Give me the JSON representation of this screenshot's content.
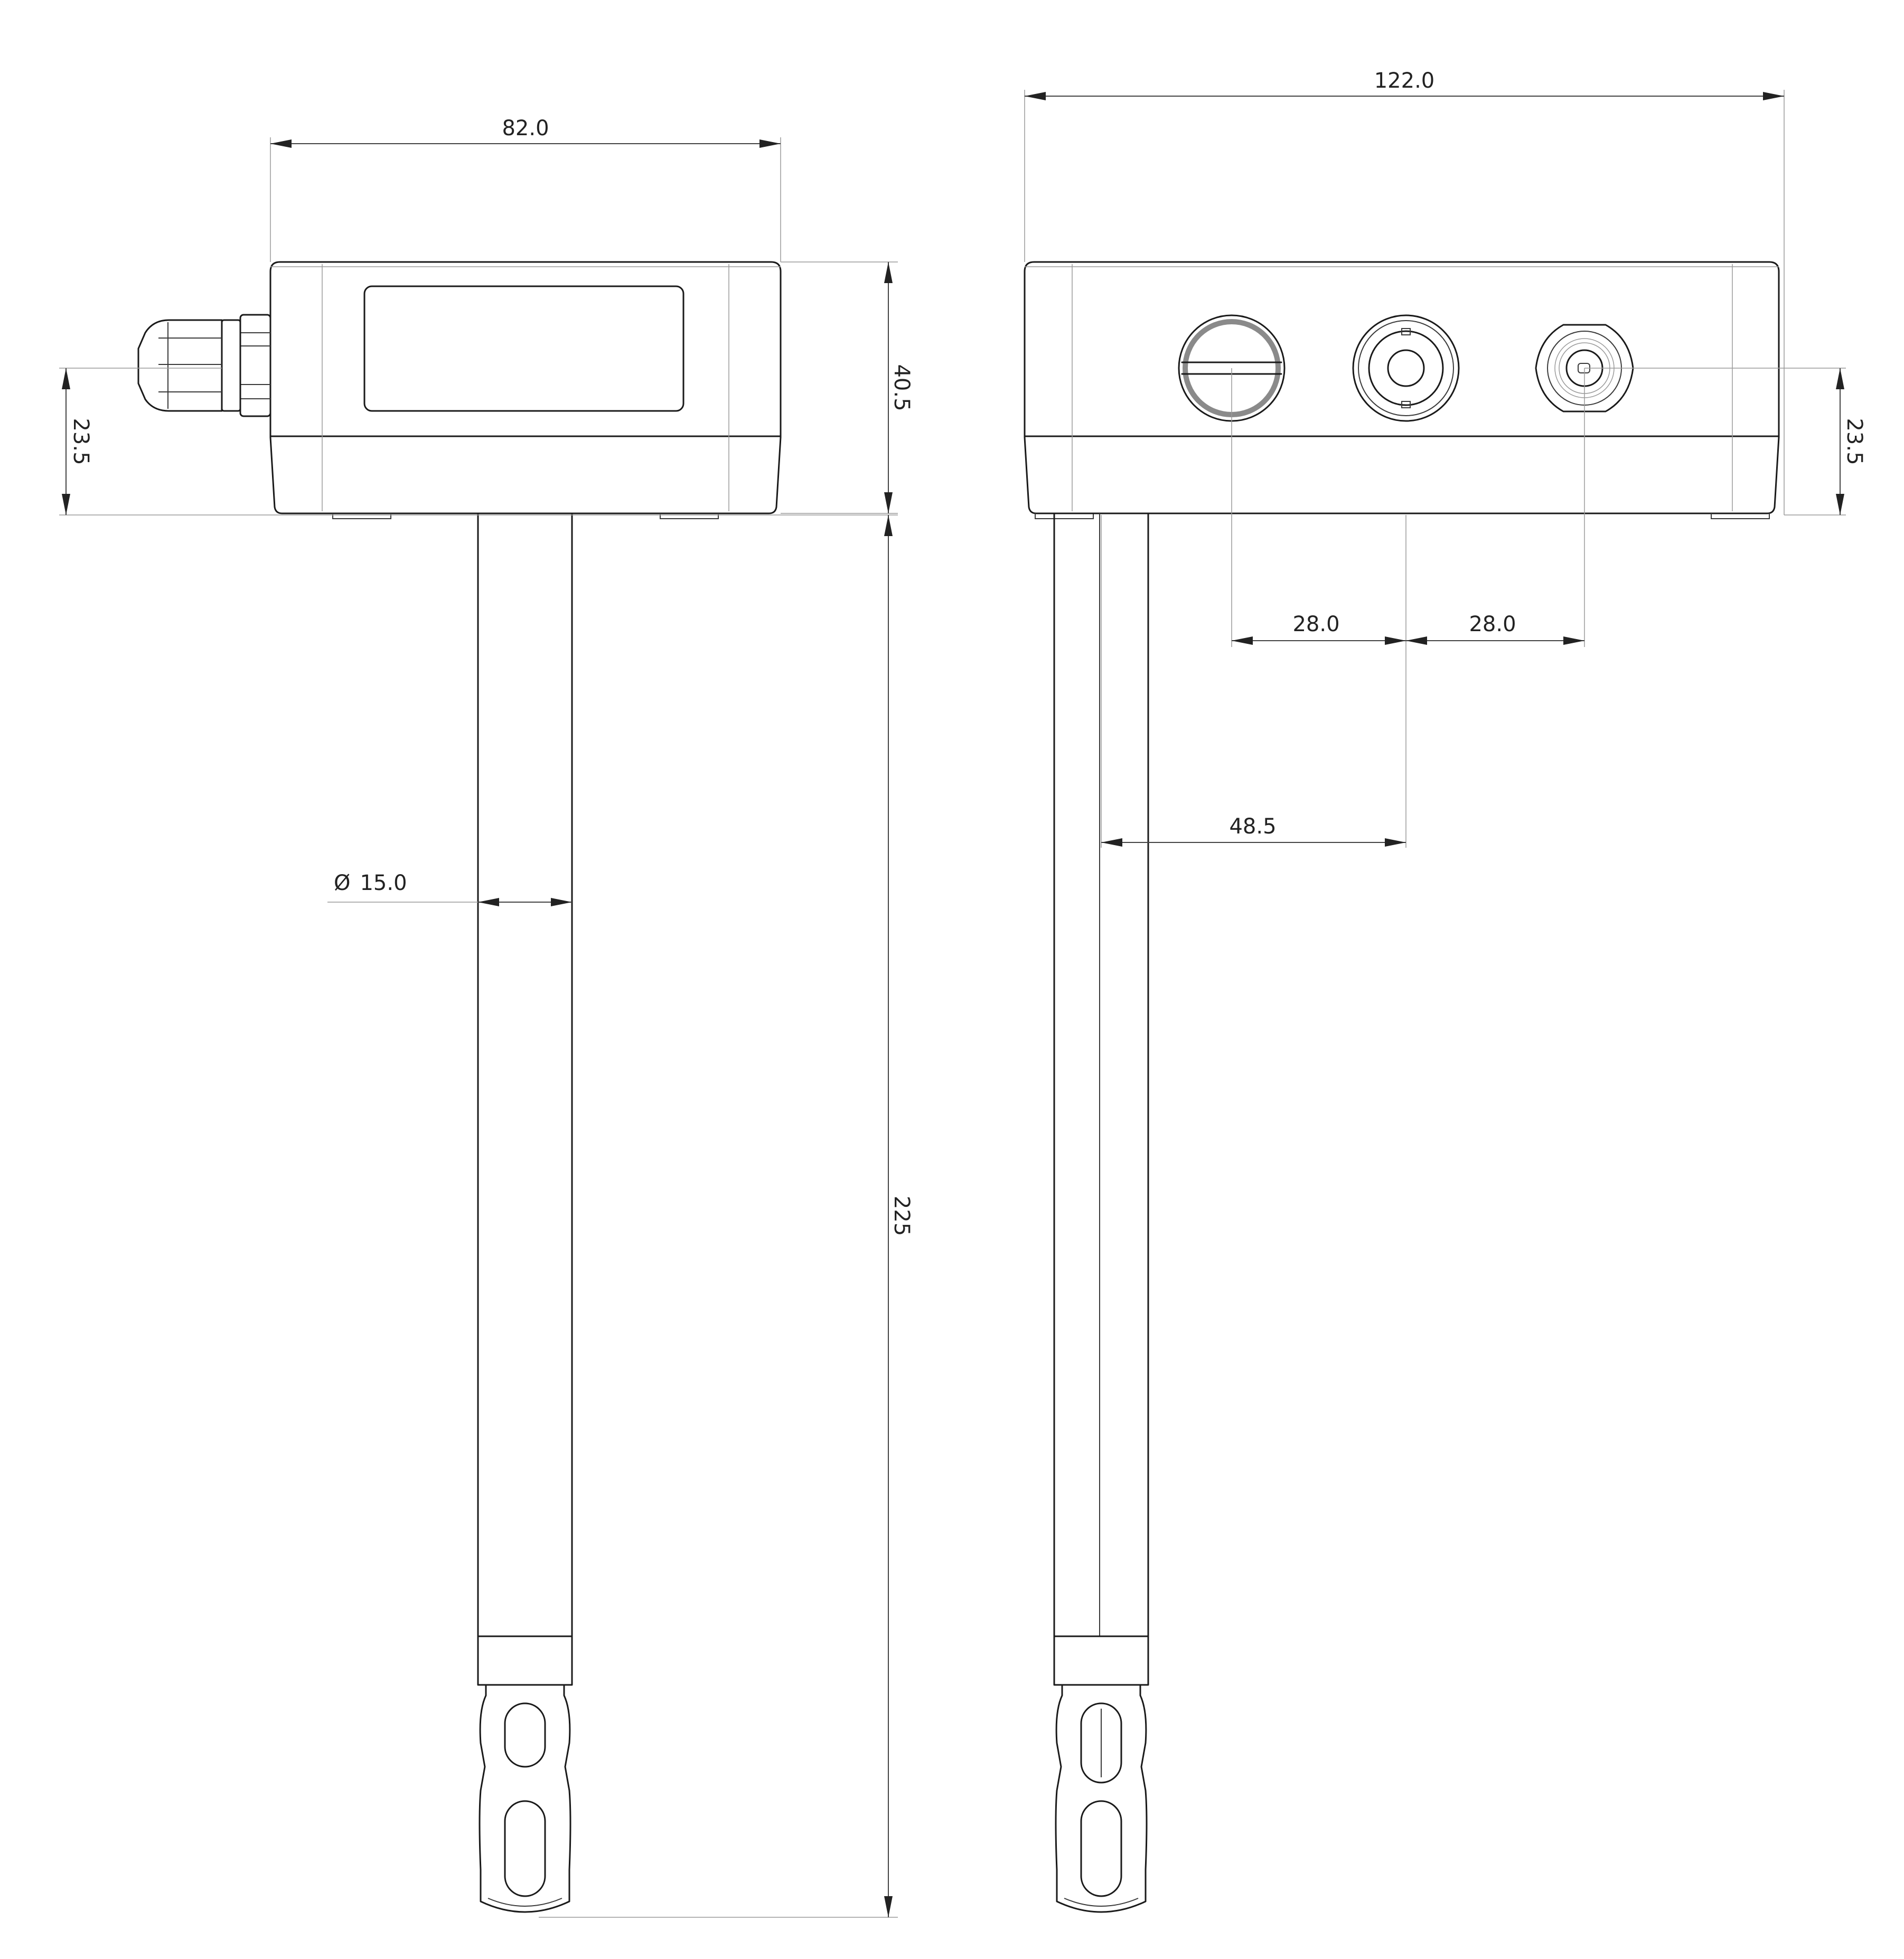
{
  "drawing": {
    "views": [
      "front-view",
      "side-view"
    ],
    "front_view": {
      "dimensions": {
        "housing_width": "82.0",
        "housing_height": "40.5",
        "gland_axis_height": "23.5",
        "probe_diameter_symbol": "Ø",
        "probe_diameter": "15.0",
        "probe_length": "225"
      }
    },
    "side_view": {
      "dimensions": {
        "housing_width": "122.0",
        "connector_axis_height": "23.5",
        "connector_pitch_1": "28.0",
        "connector_pitch_2": "28.0",
        "probe_offset": "48.5"
      }
    },
    "colors": {
      "line": "#1a1a1a",
      "dimension_line": "#444444",
      "background": "#ffffff"
    }
  }
}
